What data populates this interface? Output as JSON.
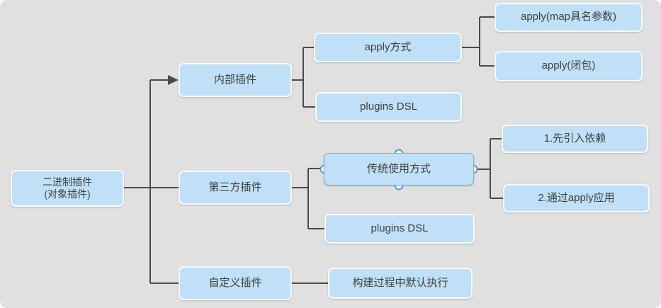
{
  "diagram": {
    "type": "mindmap-tree",
    "colors": {
      "background": "#e0e0e0",
      "node_fill": "#bfe0f6",
      "node_border": "#f8fbfe",
      "connector": "#4a4a4a",
      "selection": "#5b9bd5",
      "text": "#3f3f3f"
    },
    "nodes": {
      "root": {
        "line1": "二进制插件",
        "line2": "(对象插件)"
      },
      "internal": {
        "label": "内部插件"
      },
      "third_party": {
        "label": "第三方插件"
      },
      "custom": {
        "label": "自定义插件"
      },
      "apply_style": {
        "label": "apply方式"
      },
      "plugins_dsl_internal": {
        "label": "plugins DSL"
      },
      "traditional": {
        "label": "传统使用方式",
        "selected": "true"
      },
      "plugins_dsl_third": {
        "label": "plugins DSL"
      },
      "default_exec": {
        "label": "构建过程中默认执行"
      },
      "apply_map": {
        "label": "apply(map具名参数)"
      },
      "apply_closure": {
        "label": "apply(闭包)"
      },
      "dep_step1": {
        "label": "1.先引入依赖"
      },
      "dep_step2": {
        "label": "2.通过apply应用"
      }
    }
  }
}
